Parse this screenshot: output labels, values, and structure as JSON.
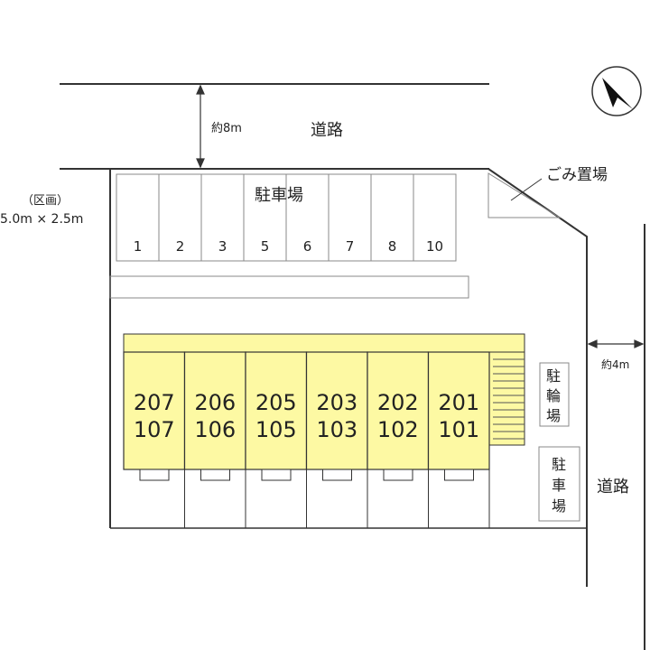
{
  "top_road": {
    "label": "道路",
    "width_label": "約8m"
  },
  "right_road": {
    "label": "道路",
    "width_label": "約4m"
  },
  "parking_section": {
    "line1": "（区画）",
    "line2": "5.0m × 2.5m"
  },
  "parking": {
    "label": "駐車場",
    "spaces": [
      "1",
      "2",
      "3",
      "5",
      "6",
      "7",
      "8",
      "10"
    ]
  },
  "garbage": {
    "label": "ごみ置場"
  },
  "bicycle_parking": {
    "label_chars": [
      "駐",
      "輪",
      "場"
    ]
  },
  "side_parking": {
    "label_chars": [
      "駐",
      "車",
      "場"
    ]
  },
  "units": [
    {
      "upper": "207",
      "lower": "107"
    },
    {
      "upper": "206",
      "lower": "106"
    },
    {
      "upper": "205",
      "lower": "105"
    },
    {
      "upper": "203",
      "lower": "103"
    },
    {
      "upper": "202",
      "lower": "102"
    },
    {
      "upper": "201",
      "lower": "101"
    }
  ],
  "colors": {
    "building": "#fdf9a3",
    "line": "#333333",
    "light_line": "#888888"
  },
  "compass": {
    "icon": "north-arrow-icon"
  }
}
